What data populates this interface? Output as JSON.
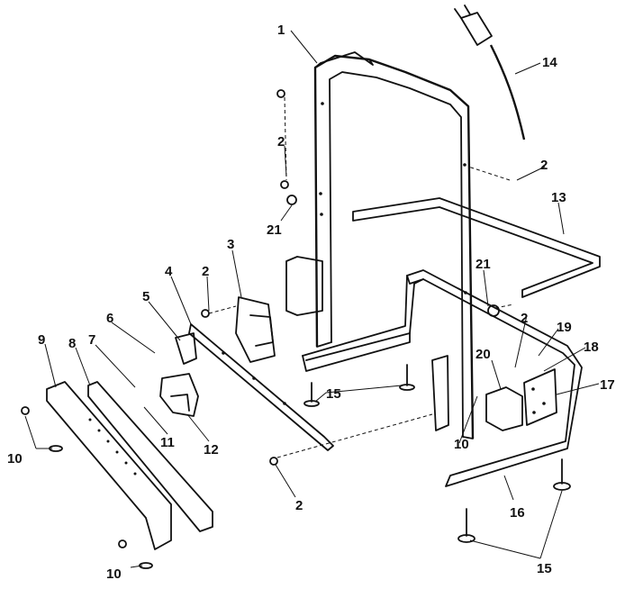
{
  "diagram": {
    "callouts": [
      "1",
      "2",
      "2",
      "21",
      "3",
      "2",
      "4",
      "5",
      "6",
      "7",
      "11",
      "12",
      "9",
      "8",
      "10",
      "10",
      "14",
      "2",
      "13",
      "21",
      "2",
      "19",
      "18",
      "17",
      "20",
      "10",
      "16",
      "15",
      "15",
      "2"
    ]
  }
}
